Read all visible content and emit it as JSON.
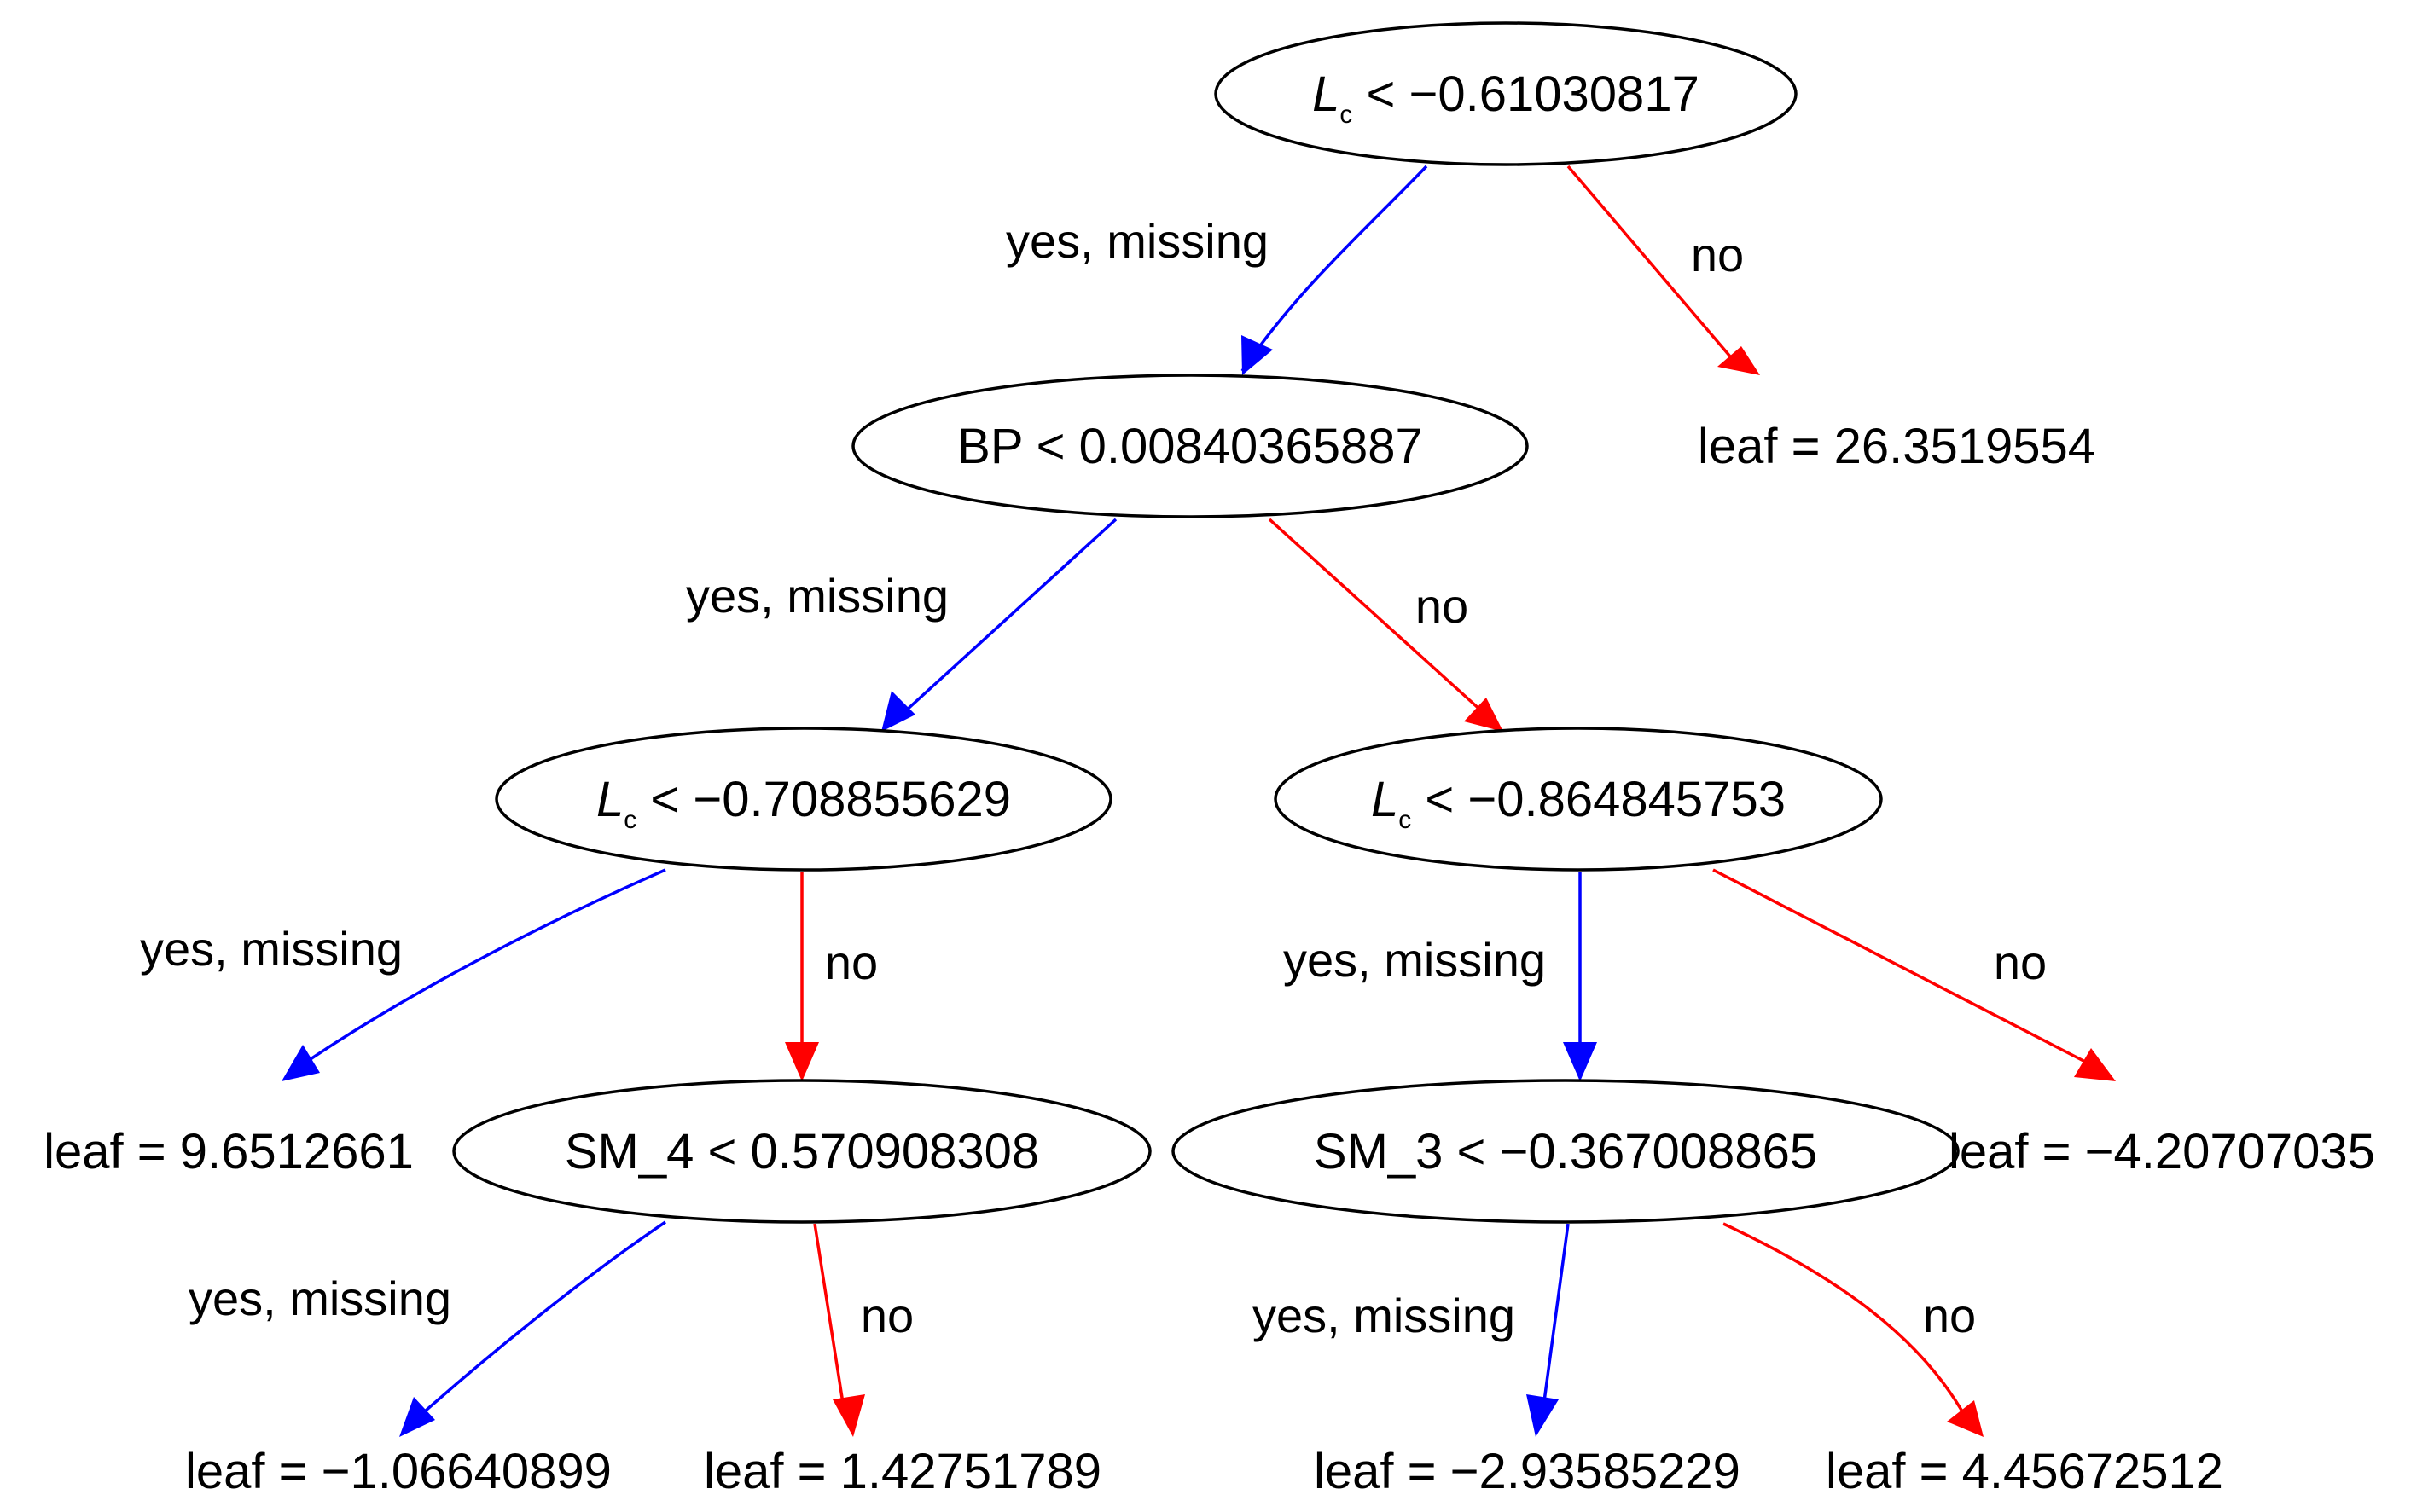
{
  "colors": {
    "yes": "#0000ff",
    "no": "#ff0000"
  },
  "edge_labels": {
    "yes": "yes, missing",
    "no": "no"
  },
  "nodes": {
    "n0": {
      "var": "L",
      "sub": "c",
      "op": " < ",
      "value": "−0.61030817"
    },
    "n1": {
      "var": "BP",
      "sub": "",
      "op": " < ",
      "value": "0.00840365887"
    },
    "n3": {
      "var": "L",
      "sub": "c",
      "op": " < ",
      "value": "−0.708855629"
    },
    "n4": {
      "var": "L",
      "sub": "c",
      "op": " < ",
      "value": "−0.864845753"
    },
    "n8": {
      "var": "SM_4",
      "sub": "",
      "op": " < ",
      "value": "0.570908308"
    },
    "n9": {
      "var": "SM_3",
      "sub": "",
      "op": " < ",
      "value": "−0.367008865"
    }
  },
  "leaves": {
    "l2": "leaf = 26.3519554",
    "l7": "leaf = 9.6512661",
    "l10": "leaf = −4.20707035",
    "l15": "leaf = −1.06640899",
    "l16": "leaf = 1.42751789",
    "l17": "leaf = −2.93585229",
    "l18": "leaf = 4.45672512"
  }
}
